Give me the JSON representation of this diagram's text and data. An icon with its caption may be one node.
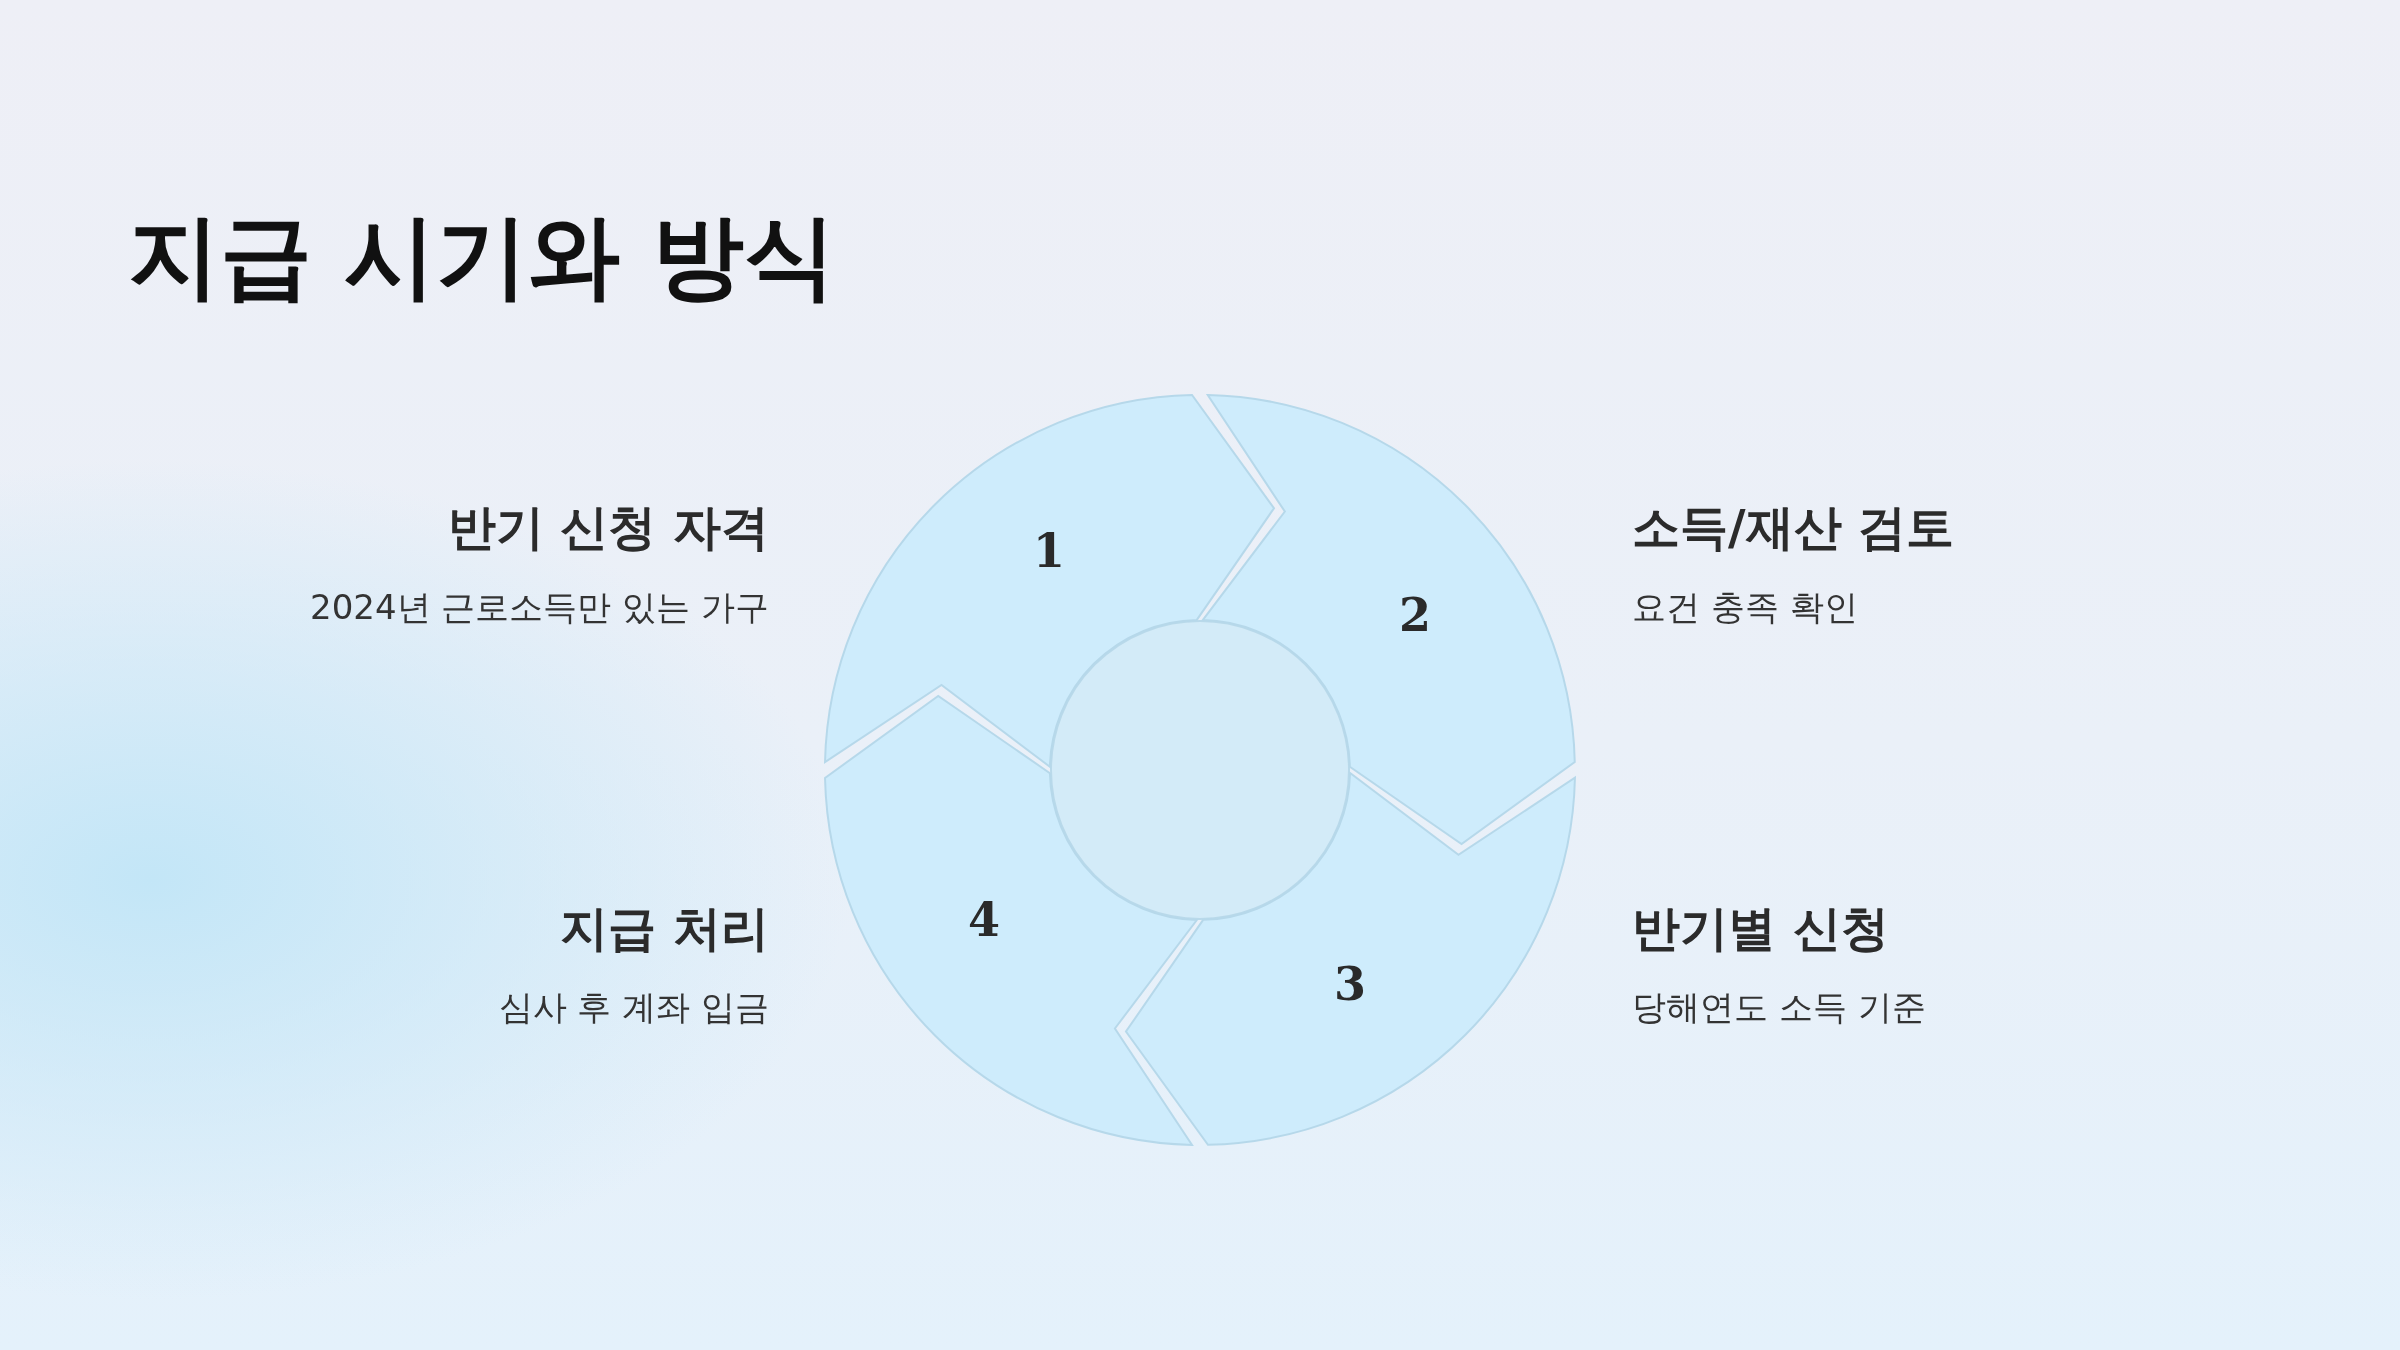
{
  "diagram": {
    "title": "지급 시기와 방식",
    "nodes": [
      {
        "text": [
          "1"
        ],
        "beside": [
          "반기 신청 자격",
          "2024년 근로소득만 있는 가구"
        ]
      },
      {
        "text": [
          "2"
        ],
        "beside": [
          "소득/재산 검토",
          "요건 충족 확인"
        ]
      },
      {
        "text": [
          "3"
        ],
        "beside": [
          "반기별 신청",
          "당해연도 소득 기준"
        ]
      },
      {
        "text": [
          "4"
        ],
        "beside": [
          "지급 처리",
          "심사 후 계좌 입금"
        ]
      },
      {
        "text": [],
        "shape": "circle"
      }
    ]
  }
}
